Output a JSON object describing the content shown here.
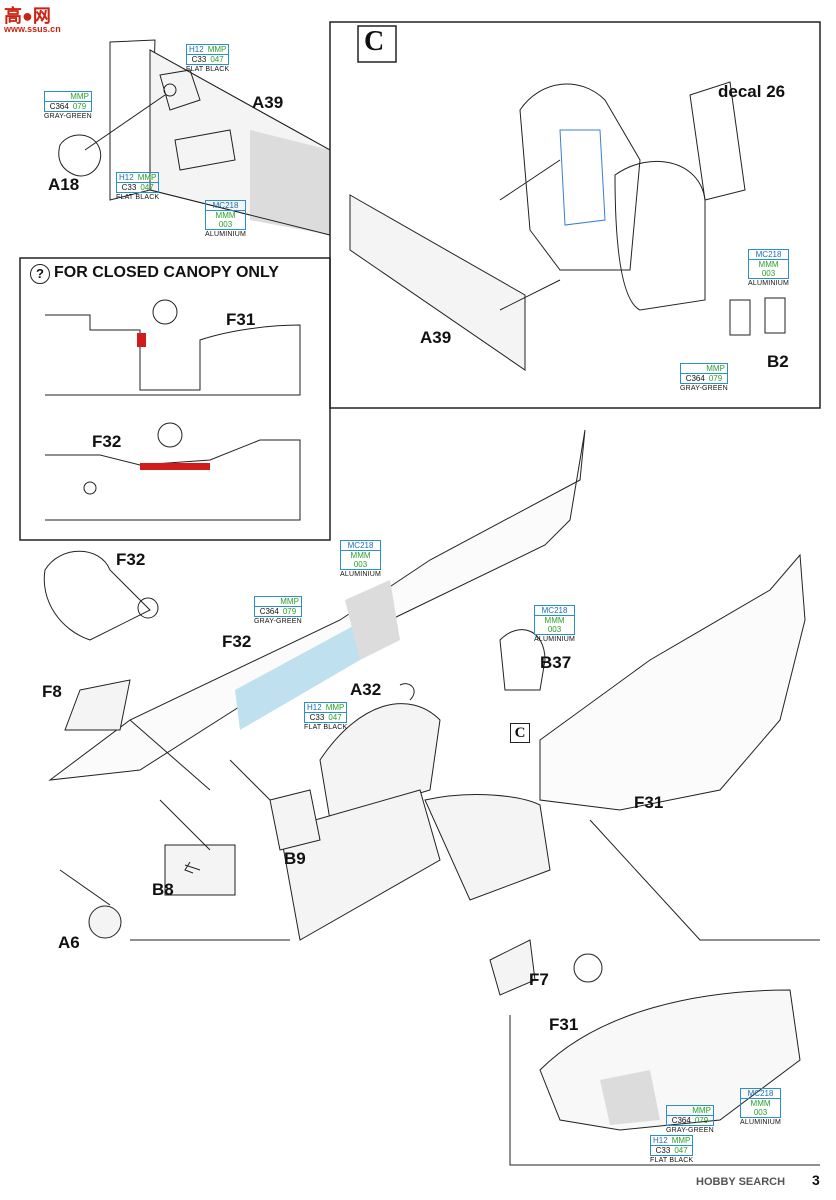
{
  "watermark_top": {
    "logo": "高●网",
    "url": "www.ssus.cn"
  },
  "watermark_bottom": "HOBBY SEARCH",
  "page_number": "3",
  "section_c_label": "C",
  "closed_canopy_title": "FOR CLOSED CANOPY ONLY",
  "parts": {
    "a39_top": "A39",
    "a18": "A18",
    "a39_c": "A39",
    "decal26": "decal 26",
    "b2": "B2",
    "f31_a": "F31",
    "f32_a": "F32",
    "f32_b": "F32",
    "f32_c": "F32",
    "f8": "F8",
    "a32": "A32",
    "b37": "B37",
    "f31_b": "F31",
    "b9": "B9",
    "b8": "B8",
    "a6": "A6",
    "f7": "F7",
    "f31_c": "F31",
    "c_ref": "C"
  },
  "colors": {
    "flat_black": {
      "h": "H12",
      "mmp": "MMP",
      "c": "C33",
      "n": "047",
      "name": "FLAT BLACK"
    },
    "gray_green": {
      "mmp": "MMP",
      "c": "C364",
      "n": "079",
      "name": "GRAY-GREEN"
    },
    "aluminium": {
      "mc": "MC218",
      "mmm": "MMM",
      "n": "003",
      "name": "ALUMINIUM"
    }
  }
}
